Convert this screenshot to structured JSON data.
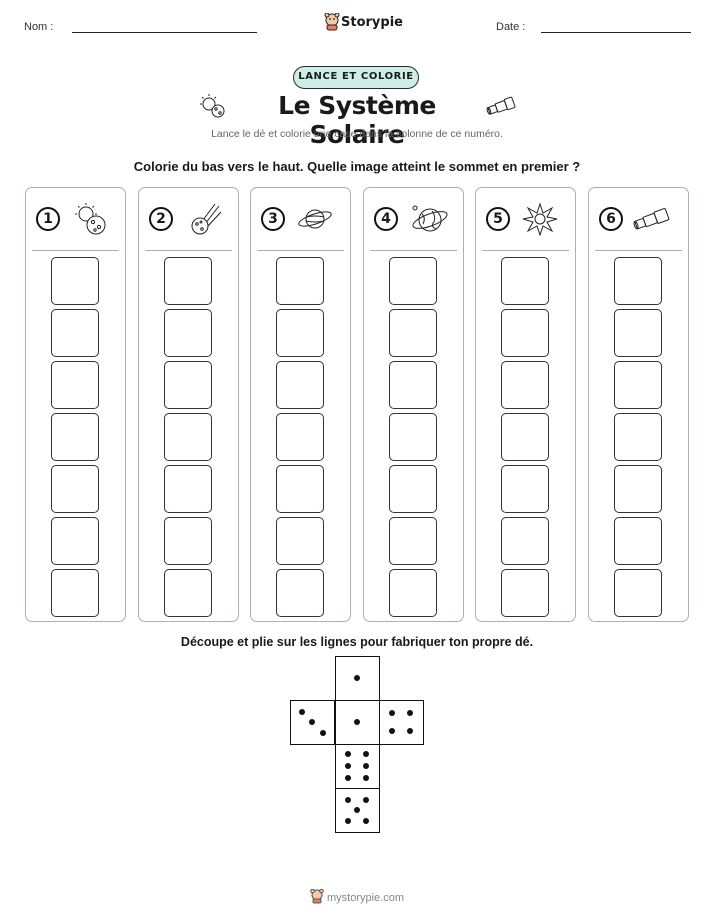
{
  "header": {
    "name_label": "Nom :",
    "date_label": "Date :",
    "brand": "Storypie"
  },
  "tag": "LANCE ET COLORIE",
  "title": "Le Système Solaire",
  "subtitle": "Lance le dé et colorie une case dans la colonne de ce numéro.",
  "instruction": "Colorie du bas vers le haut. Quelle image atteint le sommet en premier ?",
  "columns": [
    {
      "number": "1",
      "icon": "sun-moon-icon",
      "boxes": 7
    },
    {
      "number": "2",
      "icon": "comet-icon",
      "boxes": 7
    },
    {
      "number": "3",
      "icon": "saturn-icon",
      "boxes": 7
    },
    {
      "number": "4",
      "icon": "earth-icon",
      "boxes": 7
    },
    {
      "number": "5",
      "icon": "star-burst-icon",
      "boxes": 7
    },
    {
      "number": "6",
      "icon": "telescope-icon",
      "boxes": 7
    }
  ],
  "die_instruction": "Découpe et plie sur les lignes pour fabriquer ton propre dé.",
  "die_faces": [
    1,
    3,
    1,
    4,
    6,
    5
  ],
  "footer": "mystorypie.com"
}
